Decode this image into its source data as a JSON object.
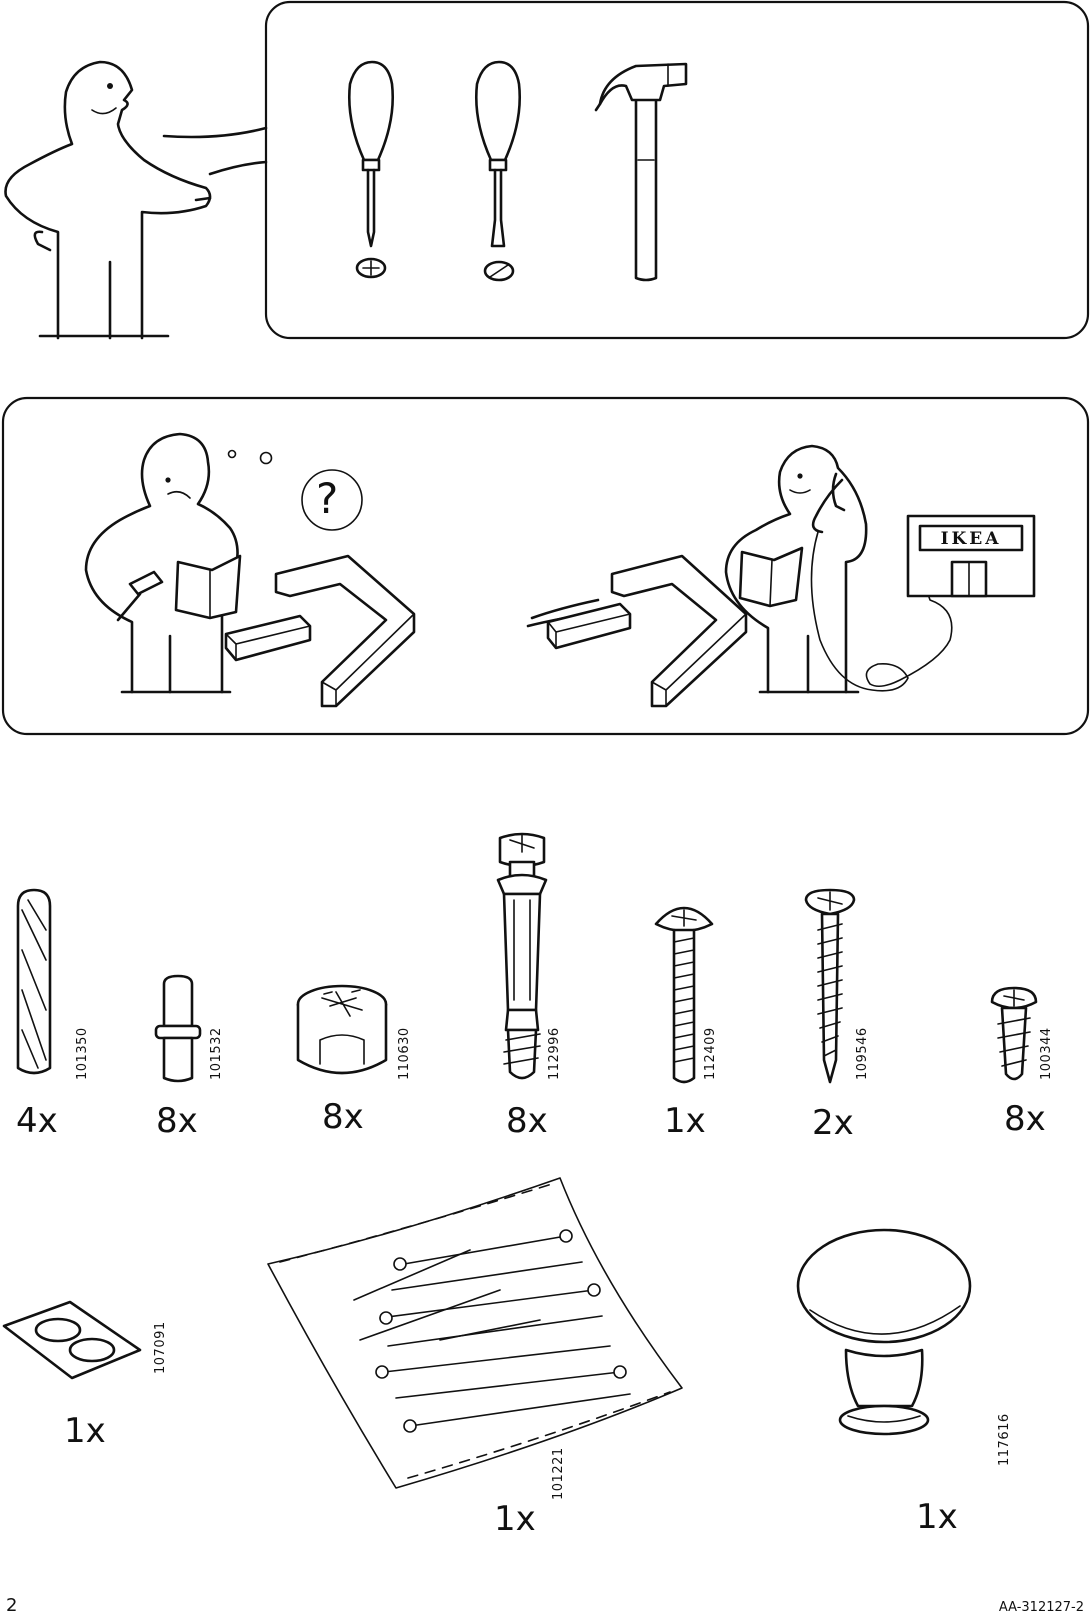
{
  "page_number": "2",
  "doc_code": "AA-312127-2",
  "store_sign": "IKEA",
  "question_mark": "?",
  "parts": [
    {
      "id": "dowel",
      "code": "101350",
      "qty": "4x"
    },
    {
      "id": "shelf-pin",
      "code": "101532",
      "qty": "8x"
    },
    {
      "id": "cam-lock",
      "code": "110630",
      "qty": "8x"
    },
    {
      "id": "cam-bolt",
      "code": "112996",
      "qty": "8x"
    },
    {
      "id": "machine-screw",
      "code": "112409",
      "qty": "1x"
    },
    {
      "id": "wood-screw",
      "code": "109546",
      "qty": "2x"
    },
    {
      "id": "short-screw",
      "code": "100344",
      "qty": "8x"
    },
    {
      "id": "felt-pads",
      "code": "107091",
      "qty": "1x"
    },
    {
      "id": "nail-bag",
      "code": "101221",
      "qty": "1x"
    },
    {
      "id": "knob",
      "code": "117616",
      "qty": "1x"
    }
  ]
}
